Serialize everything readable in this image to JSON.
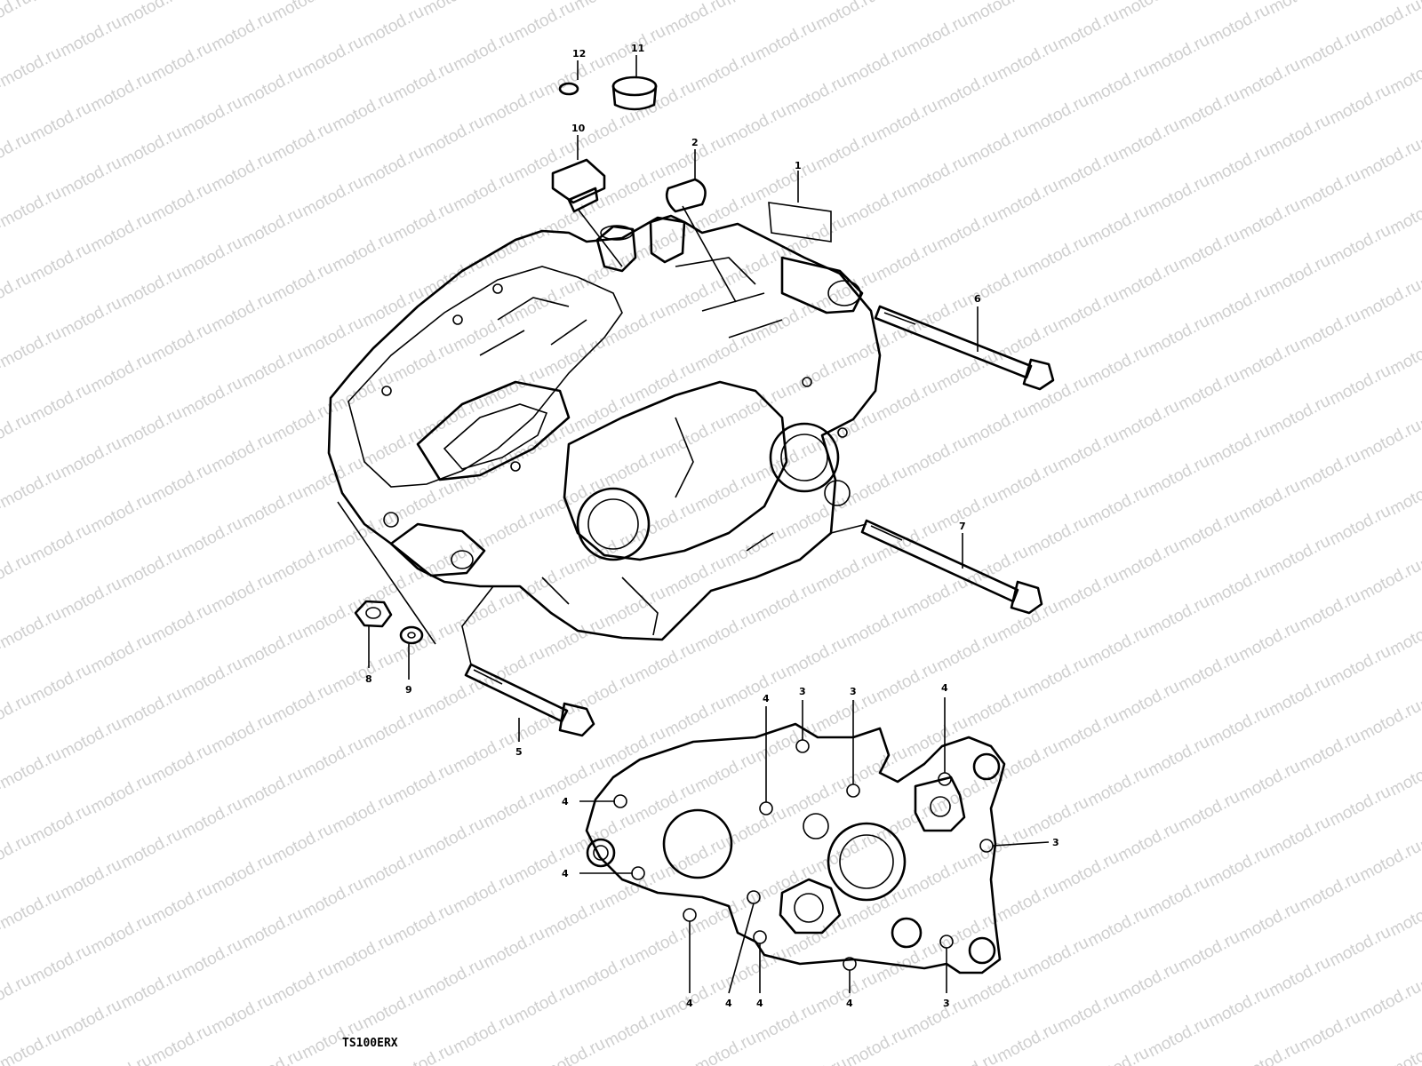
{
  "watermark": "motod.ru",
  "model_code": "TS100ERX",
  "callouts": {
    "c1": "1",
    "c2": "2",
    "c3": "3",
    "c4": "4",
    "c5": "5",
    "c6": "6",
    "c7": "7",
    "c8": "8",
    "c9": "9",
    "c10": "10",
    "c11": "11",
    "c12": "12"
  }
}
